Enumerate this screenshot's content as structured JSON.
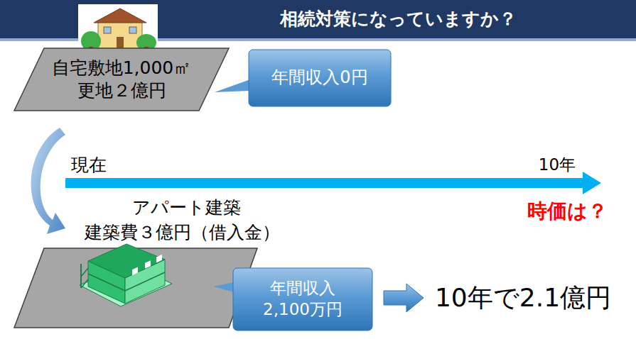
{
  "diagram": {
    "title": "相続対策になっていますか？",
    "nodes": [
      {
        "text": [
          "自宅敷地1,000㎡ 更地２億円"
        ]
      },
      {
        "text": [
          "年間収入0円"
        ]
      },
      {
        "text": [
          "年間収入 2,100万円"
        ]
      }
    ],
    "labels": [
      "現在",
      "10年",
      "時価は？",
      "アパート建築",
      "建築費３億円（借入金）",
      "10年で2.1億円"
    ]
  }
}
